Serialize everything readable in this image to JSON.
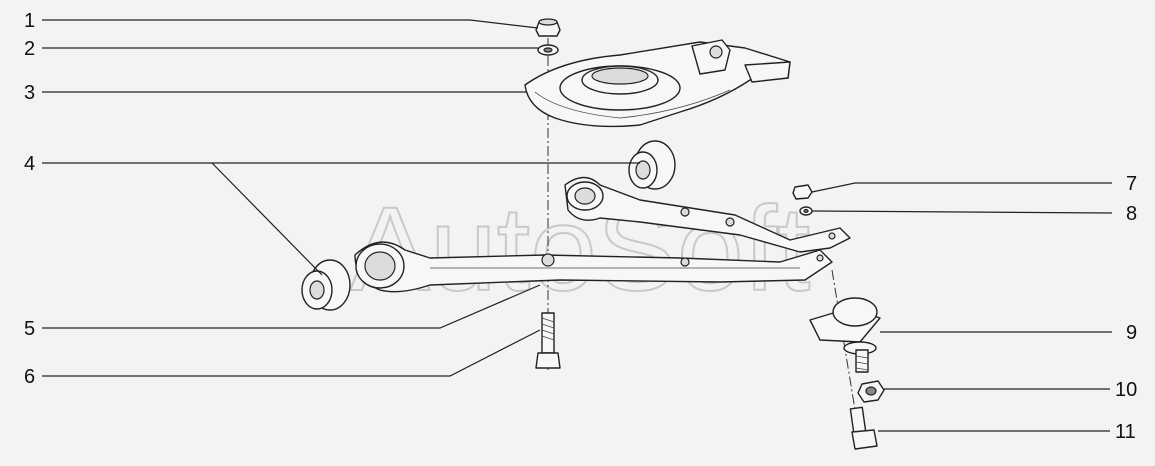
{
  "watermark": "AutoSoft",
  "callouts": [
    {
      "num": "1"
    },
    {
      "num": "2"
    },
    {
      "num": "3"
    },
    {
      "num": "4"
    },
    {
      "num": "5"
    },
    {
      "num": "6"
    },
    {
      "num": "7"
    },
    {
      "num": "8"
    },
    {
      "num": "9"
    },
    {
      "num": "10"
    },
    {
      "num": "11"
    }
  ]
}
